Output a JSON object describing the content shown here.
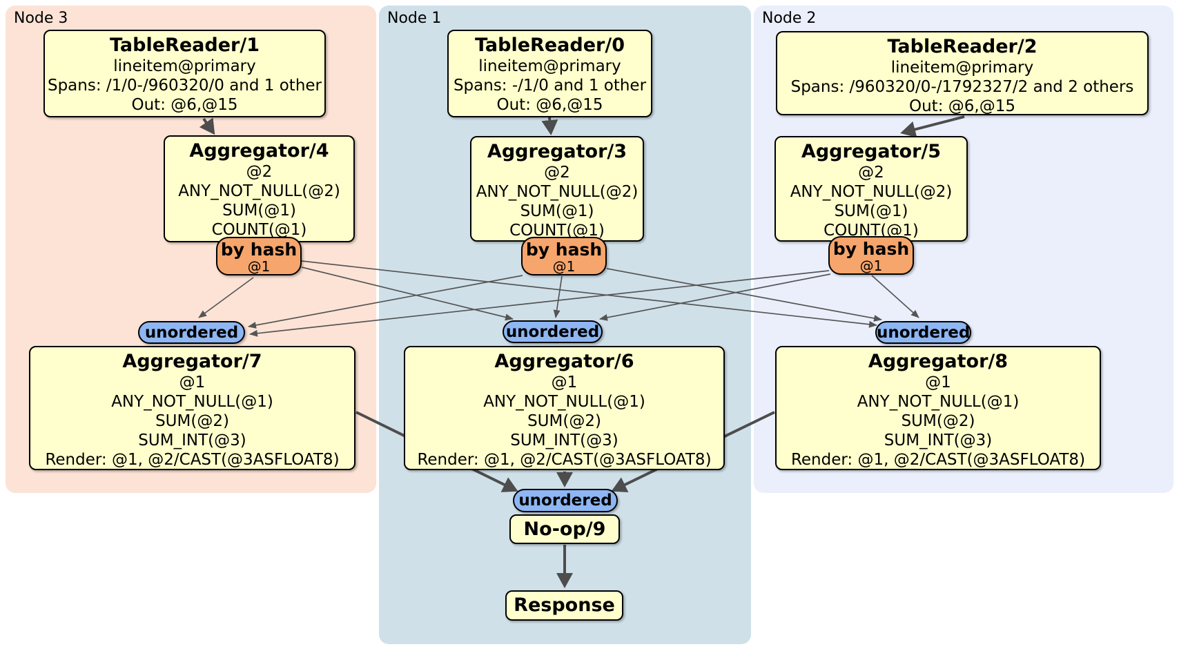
{
  "panels": [
    {
      "label": "Node 3"
    },
    {
      "label": "Node 1"
    },
    {
      "label": "Node 2"
    }
  ],
  "processors": {
    "tr1": {
      "title": "TableReader/1",
      "lines": [
        "lineitem@primary",
        "Spans: /1/0-/960320/0 and 1 other",
        "Out: @6,@15"
      ]
    },
    "tr0": {
      "title": "TableReader/0",
      "lines": [
        "lineitem@primary",
        "Spans: -/1/0 and 1 other",
        "Out: @6,@15"
      ]
    },
    "tr2": {
      "title": "TableReader/2",
      "lines": [
        "lineitem@primary",
        "Spans: /960320/0-/1792327/2 and 2 others",
        "Out: @6,@15"
      ]
    },
    "agg4": {
      "title": "Aggregator/4",
      "lines": [
        "@2",
        "ANY_NOT_NULL(@2)",
        "SUM(@1)",
        "COUNT(@1)"
      ]
    },
    "agg3": {
      "title": "Aggregator/3",
      "lines": [
        "@2",
        "ANY_NOT_NULL(@2)",
        "SUM(@1)",
        "COUNT(@1)"
      ]
    },
    "agg5": {
      "title": "Aggregator/5",
      "lines": [
        "@2",
        "ANY_NOT_NULL(@2)",
        "SUM(@1)",
        "COUNT(@1)"
      ]
    },
    "agg7": {
      "title": "Aggregator/7",
      "lines": [
        "@1",
        "ANY_NOT_NULL(@1)",
        "SUM(@2)",
        "SUM_INT(@3)",
        "Render: @1, @2/CAST(@3ASFLOAT8)"
      ]
    },
    "agg6": {
      "title": "Aggregator/6",
      "lines": [
        "@1",
        "ANY_NOT_NULL(@1)",
        "SUM(@2)",
        "SUM_INT(@3)",
        "Render: @1, @2/CAST(@3ASFLOAT8)"
      ]
    },
    "agg8": {
      "title": "Aggregator/8",
      "lines": [
        "@1",
        "ANY_NOT_NULL(@1)",
        "SUM(@2)",
        "SUM_INT(@3)",
        "Render: @1, @2/CAST(@3ASFLOAT8)"
      ]
    },
    "noop": {
      "title": "No-op/9"
    },
    "response": {
      "title": "Response"
    }
  },
  "routers": {
    "r4": {
      "label": "by hash",
      "key": "@1"
    },
    "r3": {
      "label": "by hash",
      "key": "@1"
    },
    "r5": {
      "label": "by hash",
      "key": "@1"
    }
  },
  "syncs": {
    "u7": {
      "label": "unordered"
    },
    "u6": {
      "label": "unordered"
    },
    "u8": {
      "label": "unordered"
    },
    "u9": {
      "label": "unordered"
    }
  },
  "colors": {
    "node3_panel": "#fce3d6",
    "node1_panel": "#d0e0e9",
    "node2_panel": "#eaeffb",
    "processor_fill": "#ffffcd",
    "router_fill": "#f6a56c",
    "sync_fill": "#8db6f2",
    "edge": "#4d4d4d"
  }
}
